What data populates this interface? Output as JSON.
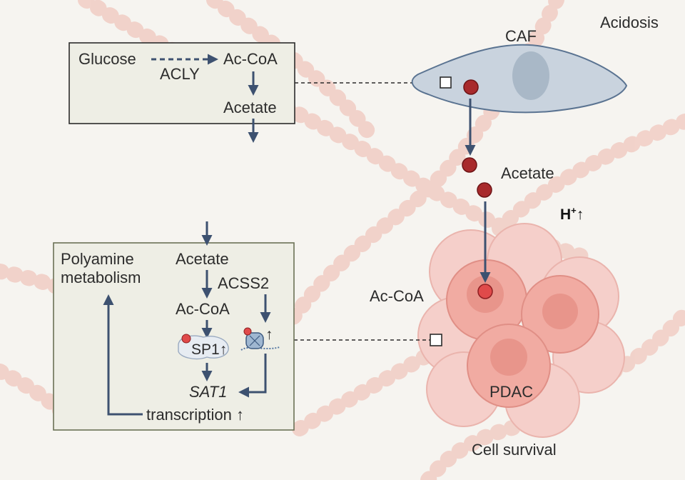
{
  "colors": {
    "arrow": "#3d5170",
    "box_fill": "#eeeee5",
    "box_border": "#2b2b2b",
    "caf_fill": "#c9d3de",
    "caf_nucleus": "#a9b8c7",
    "pdac_fill": "#f2b8b0",
    "pdac_core": "#e8958b",
    "acetate_dot": "#a82a2c",
    "fiber": "#f0c9c0"
  },
  "labels": {
    "acidosis": "Acidosis",
    "caf": "CAF",
    "acetate_mid": "Acetate",
    "proton": "H",
    "proton_sup": "+",
    "proton_arrow": "↑",
    "ac_coa_right": "Ac-CoA",
    "pdac": "PDAC",
    "cell_survival": "Cell survival"
  },
  "top_box": {
    "glucose": "Glucose",
    "ac_coa": "Ac-CoA",
    "acly": "ACLY",
    "acetate": "Acetate"
  },
  "bottom_box": {
    "polyamine_line1": "Polyamine",
    "polyamine_line2": "metabolism",
    "acetate": "Acetate",
    "acss2": "ACSS2",
    "ac_coa": "Ac-CoA",
    "sp1": "SP1↑",
    "histone_up": "↑",
    "sat1": "SAT1",
    "transcription": "transcription ↑"
  },
  "icons": {
    "sp1": "sp1-protein-icon",
    "histone": "histone-acetylation-icon",
    "caf": "fibroblast-cell-icon",
    "pdac": "tumor-cell-cluster-icon"
  }
}
